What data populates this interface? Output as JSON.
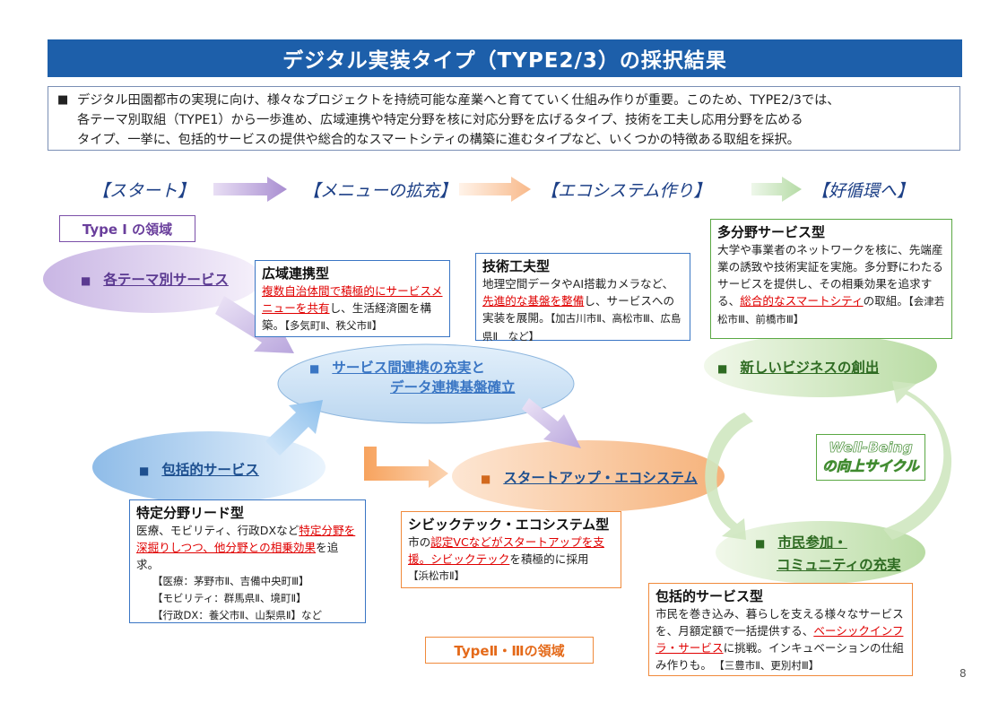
{
  "title": "デジタル実装タイプ（TYPE2/3）の採択結果",
  "summary": {
    "bullet": "■",
    "lines": [
      "デジタル田園都市の実現に向け、様々なプロジェクトを持続可能な産業へと育てていく仕組み作りが重要。このため、TYPE2/3では、",
      "各テーマ別取組（TYPE1）から一歩進め、広域連携や特定分野を核に対応分野を広げるタイプ、技術を工夫し応用分野を広める",
      "タイプ、一挙に、包括的サービスの提供や総合的なスマートシティの構築に進むタイプなど、いくつかの特徴ある取組を採択。"
    ]
  },
  "stages": [
    "【スタート】",
    "【メニューの拡充】",
    "【エコシステム作り】",
    "【好循環へ】"
  ],
  "type1_label": "Type Ⅰ の領域",
  "type23_label": "TypeⅡ・Ⅲの領域",
  "wellbeing": [
    "Well-Being",
    "の向上サイクル"
  ],
  "ellipses": {
    "theme": "各テーマ別サービス",
    "inclusive": "包括的サービス",
    "linkage_1": "サービス間連携の充実",
    "linkage_and": "と",
    "linkage_2": "データ連携基盤確立",
    "startup": "スタートアップ・エコシステム",
    "business": "新しいビジネスの創出",
    "citizen_1": "市民参加・",
    "citizen_2": "コミュニティの充実"
  },
  "boxes": {
    "wide_area": {
      "heading": "広域連携型",
      "red": "複数自治体間で積極的にサービスメニューを共有",
      "text": "し、生活経済圏を構築。",
      "cities": "【多気町Ⅱ、秩父市Ⅱ】"
    },
    "tech": {
      "heading": "技術工夫型",
      "text1": "地理空間データやAI搭載カメラなど、",
      "red": "先進的な基盤を整備",
      "text2": "し、サービスへの実装を展開。",
      "cities": "【加古川市Ⅱ、高松市Ⅲ、広島県Ⅱ　など】"
    },
    "multi": {
      "heading": "多分野サービス型",
      "text1": "大学や事業者のネットワークを核に、先端産業の誘致や技術実証を実施。多分野にわたるサービスを提供し、その相乗効果を追求する、",
      "red": "総合的なスマートシティ",
      "text2": "の取組。",
      "cities": "【会津若松市Ⅲ、前橋市Ⅲ】"
    },
    "specific": {
      "heading": "特定分野リード型",
      "text1": "医療、モビリティ、行政DXなど",
      "red": "特定分野を深掘りしつつ、他分野との相乗効果",
      "text2": "を追求。",
      "cities": [
        "【医療：茅野市Ⅱ、吉備中央町Ⅲ】",
        "【モビリティ：群馬県Ⅱ、境町Ⅱ】",
        "【行政DX：養父市Ⅱ、山梨県Ⅱ】など"
      ]
    },
    "civic": {
      "heading": "シビックテック・エコシステム型",
      "text1": "市の",
      "red": "認定VCなどがスタートアップを支援。シビックテック",
      "text2": "を積極的に採用",
      "cities": "【浜松市Ⅱ】"
    },
    "inclusive_type": {
      "heading": "包括的サービス型",
      "text1": "市民を巻き込み、暮らしを支える様々なサービスを、月額定額で一括提供する、",
      "red": "ベーシックインフラ・サービス",
      "text2": "に挑戦。インキュベーションの仕組み作りも。",
      "cities": "【三豊市Ⅱ、更別村Ⅲ】"
    }
  },
  "page_number": "8",
  "colors": {
    "title_bg": "#1d5faa",
    "purple": "#7b4fa8",
    "blue": "#3a76c4",
    "orange": "#f08a3c",
    "green": "#5aa843",
    "red_text": "#e00000"
  }
}
